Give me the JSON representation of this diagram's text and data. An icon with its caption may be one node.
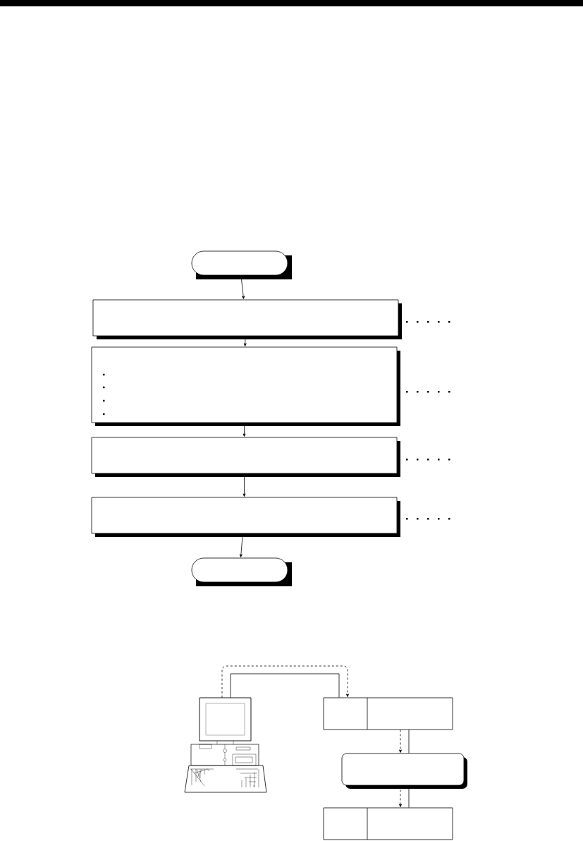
{
  "diagram": {
    "nodes": [
      {
        "text": [],
        "shape": "oval"
      },
      {
        "text": [],
        "shape": "box"
      },
      {
        "text": [],
        "shape": "box"
      },
      {
        "text": [],
        "shape": "box"
      },
      {
        "text": [],
        "shape": "box"
      },
      {
        "text": [],
        "shape": "oval"
      },
      {
        "text": [],
        "shape": "picture"
      },
      {
        "text": [],
        "shape": "box"
      },
      {
        "text": [],
        "shape": "box"
      },
      {
        "text": [],
        "shape": "box"
      }
    ],
    "edges": [
      {
        "from": 0,
        "to": 1,
        "arrow": "to"
      },
      {
        "from": 1,
        "to": 2,
        "arrow": "to"
      },
      {
        "from": 2,
        "to": 3,
        "arrow": "to"
      },
      {
        "from": 3,
        "to": 4,
        "arrow": "to"
      },
      {
        "from": 4,
        "to": 5,
        "arrow": "to"
      },
      {
        "from": 6,
        "to": 7,
        "arrow": "none"
      },
      {
        "from": 6,
        "to": 7,
        "arrow": "to",
        "style": "dashed"
      },
      {
        "from": 7,
        "to": 8,
        "arrow": "to",
        "style": "dashed"
      },
      {
        "from": 7,
        "to": 8,
        "arrow": "none"
      },
      {
        "from": 8,
        "to": 9,
        "arrow": "to",
        "style": "dashed"
      },
      {
        "from": 8,
        "to": 9,
        "arrow": "none"
      }
    ]
  }
}
